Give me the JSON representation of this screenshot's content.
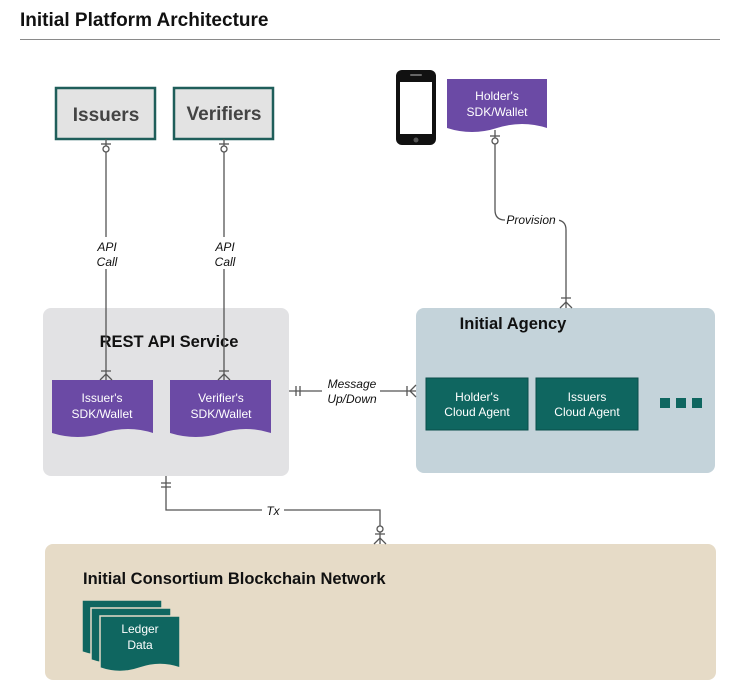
{
  "page_title": "Initial Platform Architecture",
  "colors": {
    "purple": "#6b4aa5",
    "teal": "#0f6660",
    "teal_border": "#0a4e4a",
    "box_gray": "#e2e2e4",
    "agency_blue": "#c4d3da",
    "blockchain_beige": "#e6dbc7",
    "actor_border": "#1f5e5a",
    "actor_fill": "#e3e3e3",
    "line": "#555555"
  },
  "actors": {
    "issuers": "Issuers",
    "verifiers": "Verifiers"
  },
  "holder_wallet": [
    "Holder's",
    "SDK/Wallet"
  ],
  "rest_api": {
    "title": "REST API Service",
    "issuer_wallet": [
      "Issuer's",
      "SDK/Wallet"
    ],
    "verifier_wallet": [
      "Verifier's",
      "SDK/Wallet"
    ]
  },
  "agency": {
    "title": "Initial Agency",
    "holder_agent": [
      "Holder's",
      "Cloud Agent"
    ],
    "issuers_agent": [
      "Issuers",
      "Cloud Agent"
    ],
    "more": "more-icon"
  },
  "blockchain": {
    "title": "Initial Consortium Blockchain Network",
    "ledger": [
      "Ledger",
      "Data"
    ]
  },
  "connectors": {
    "api_call_issuers": [
      "API",
      "Call"
    ],
    "api_call_verifiers": [
      "API",
      "Call"
    ],
    "provision": "Provision",
    "message": [
      "Message",
      "Up/Down"
    ],
    "tx": "Tx"
  }
}
